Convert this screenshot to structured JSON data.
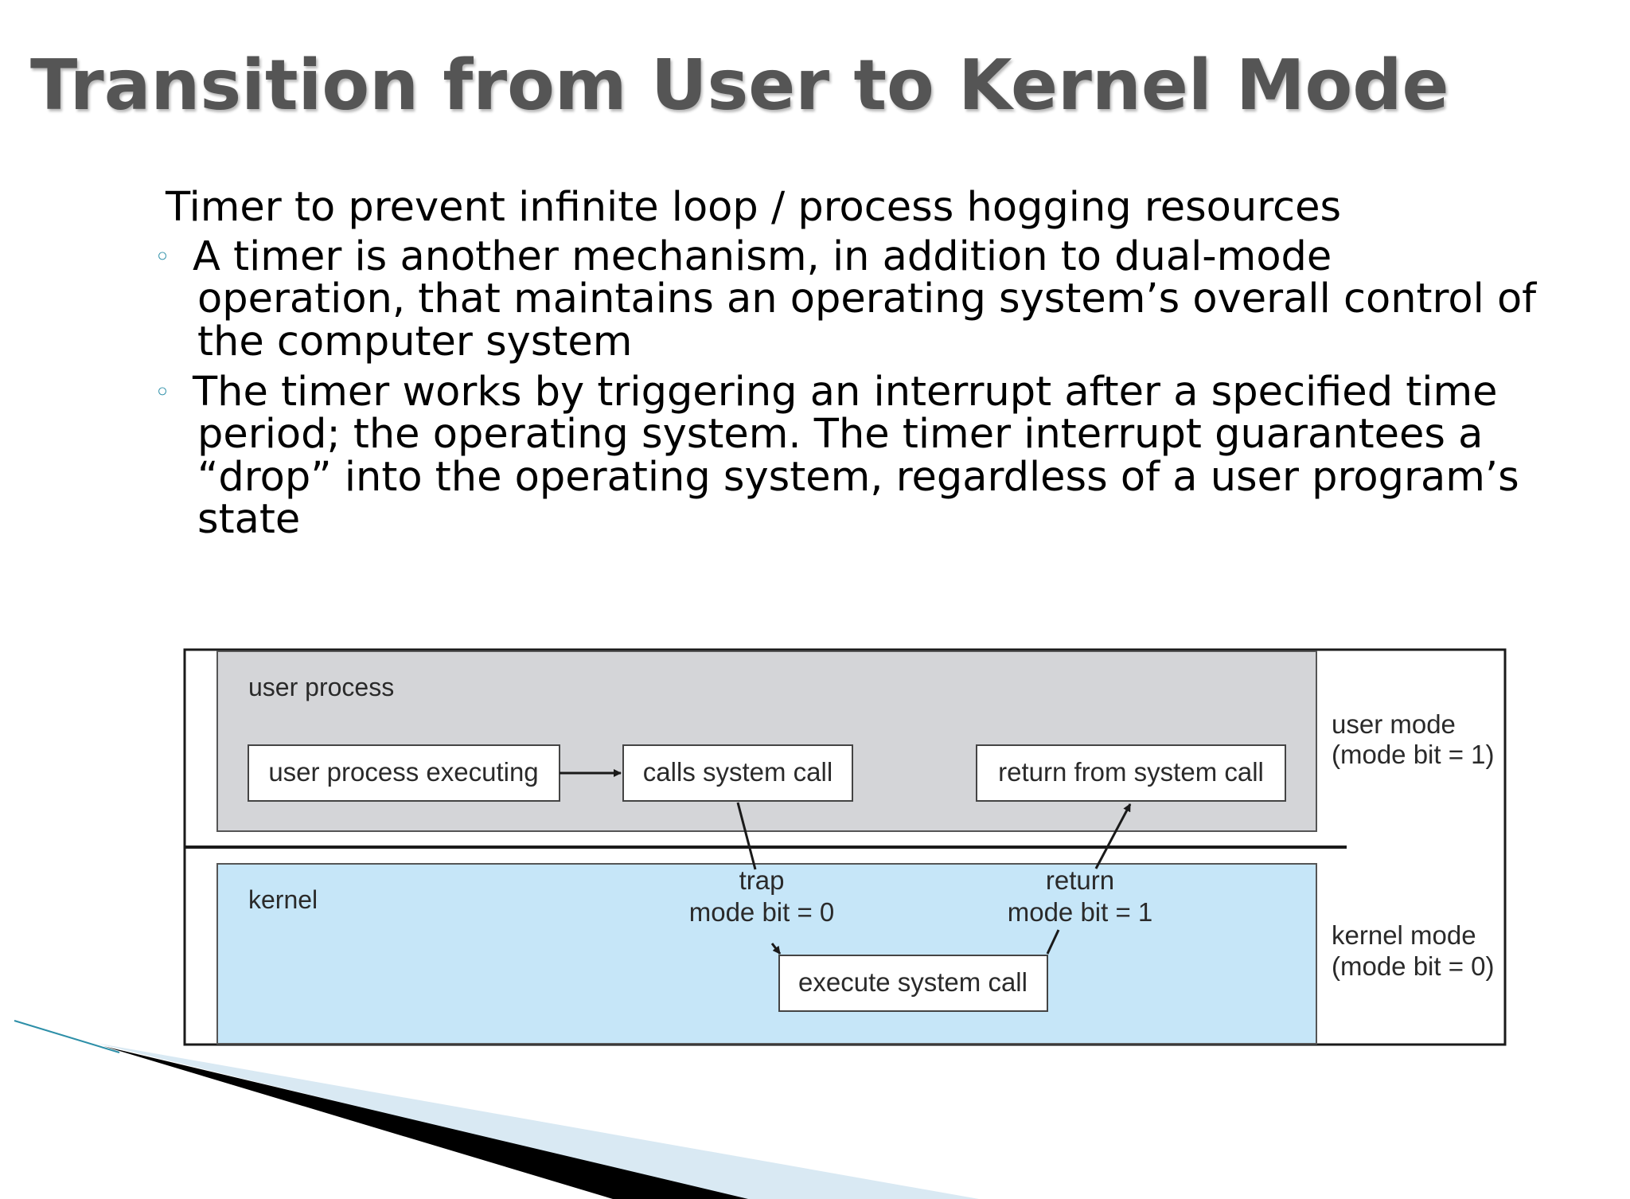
{
  "slide": {
    "title": "Transition from User to Kernel Mode",
    "intro": "Timer to prevent infinite loop / process hogging resources",
    "bullets": [
      {
        "lines": [
          "A timer is another mechanism, in addition to dual-mode",
          "operation, that maintains an operating system’s overall control of",
          "the computer system"
        ]
      },
      {
        "lines": [
          "The timer works by triggering an interrupt after a specified time",
          "period; the operating system. The timer interrupt guarantees a",
          "“drop” into the operating system, regardless of a user program’s",
          "state"
        ]
      }
    ]
  },
  "diagram": {
    "user_region_label": "user process",
    "kernel_region_label": "kernel",
    "box_user_executing": "user process executing",
    "box_calls_syscall": "calls system call",
    "box_return_syscall": "return from system call",
    "box_execute_syscall": "execute system call",
    "trap_label": "trap",
    "trap_mode_bit": "mode bit = 0",
    "return_label": "return",
    "return_mode_bit": "mode bit = 1",
    "user_mode_label": "user mode",
    "user_mode_bit": "(mode bit = 1)",
    "kernel_mode_label": "kernel mode",
    "kernel_mode_bit": "(mode bit = 0)"
  },
  "colors": {
    "title": "#555555",
    "bullet_marker": "#2d8fa8",
    "user_region_fill": "#d4d5d8",
    "kernel_region_fill": "#c6e6f8",
    "decor_dark": "#000000",
    "decor_light": "#d9e9f3",
    "decor_teal": "#2d8fa8"
  }
}
